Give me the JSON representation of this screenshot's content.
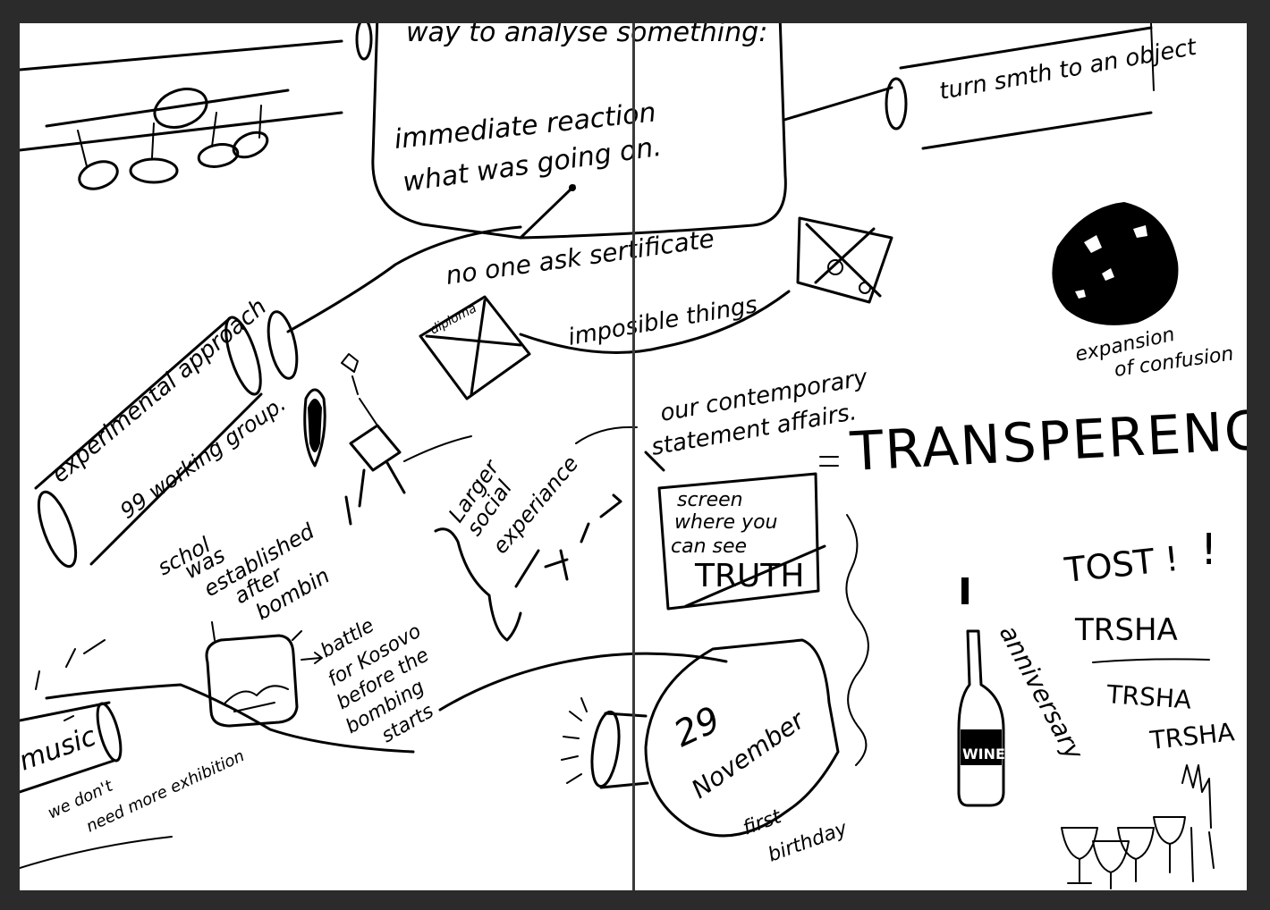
{
  "notes": {
    "analyse": "way to analyse something:",
    "reaction_line1": "immediate reaction",
    "reaction_line2": "what was going on.",
    "turn": "turn smth to an objeсt",
    "certificate": "no one ask sertificate",
    "impossible": "imposible things",
    "experimental": "experimental approach",
    "working_group": "99 working group.",
    "school": [
      "schol",
      "was",
      "established",
      "after",
      "bombin"
    ],
    "larger": [
      "Larger",
      "social",
      "experiance"
    ],
    "contemporary": [
      "our contemporary",
      "statement affairs."
    ],
    "transparency": "TRANSPERENCY",
    "screen": [
      "screen",
      "where you",
      "can see",
      "TRUTH"
    ],
    "battle": [
      "battle",
      "for Kosovo",
      "before the",
      "bombing",
      "starts"
    ],
    "music": "music",
    "exhibition": [
      "we don't",
      "need more exhibition"
    ],
    "date": [
      "29",
      "November"
    ],
    "first_birthday": [
      "first",
      "birthday"
    ],
    "expansion": [
      "expansion",
      "of confusion"
    ],
    "toast": [
      "TOST !",
      "TRSHA",
      "TRSHA",
      "TRSHA"
    ],
    "anniversary": "anniversary",
    "wine": "WINE"
  },
  "colors": {
    "ink": "#000000",
    "paper": "#ffffff",
    "frame": "#2b2b2b"
  }
}
